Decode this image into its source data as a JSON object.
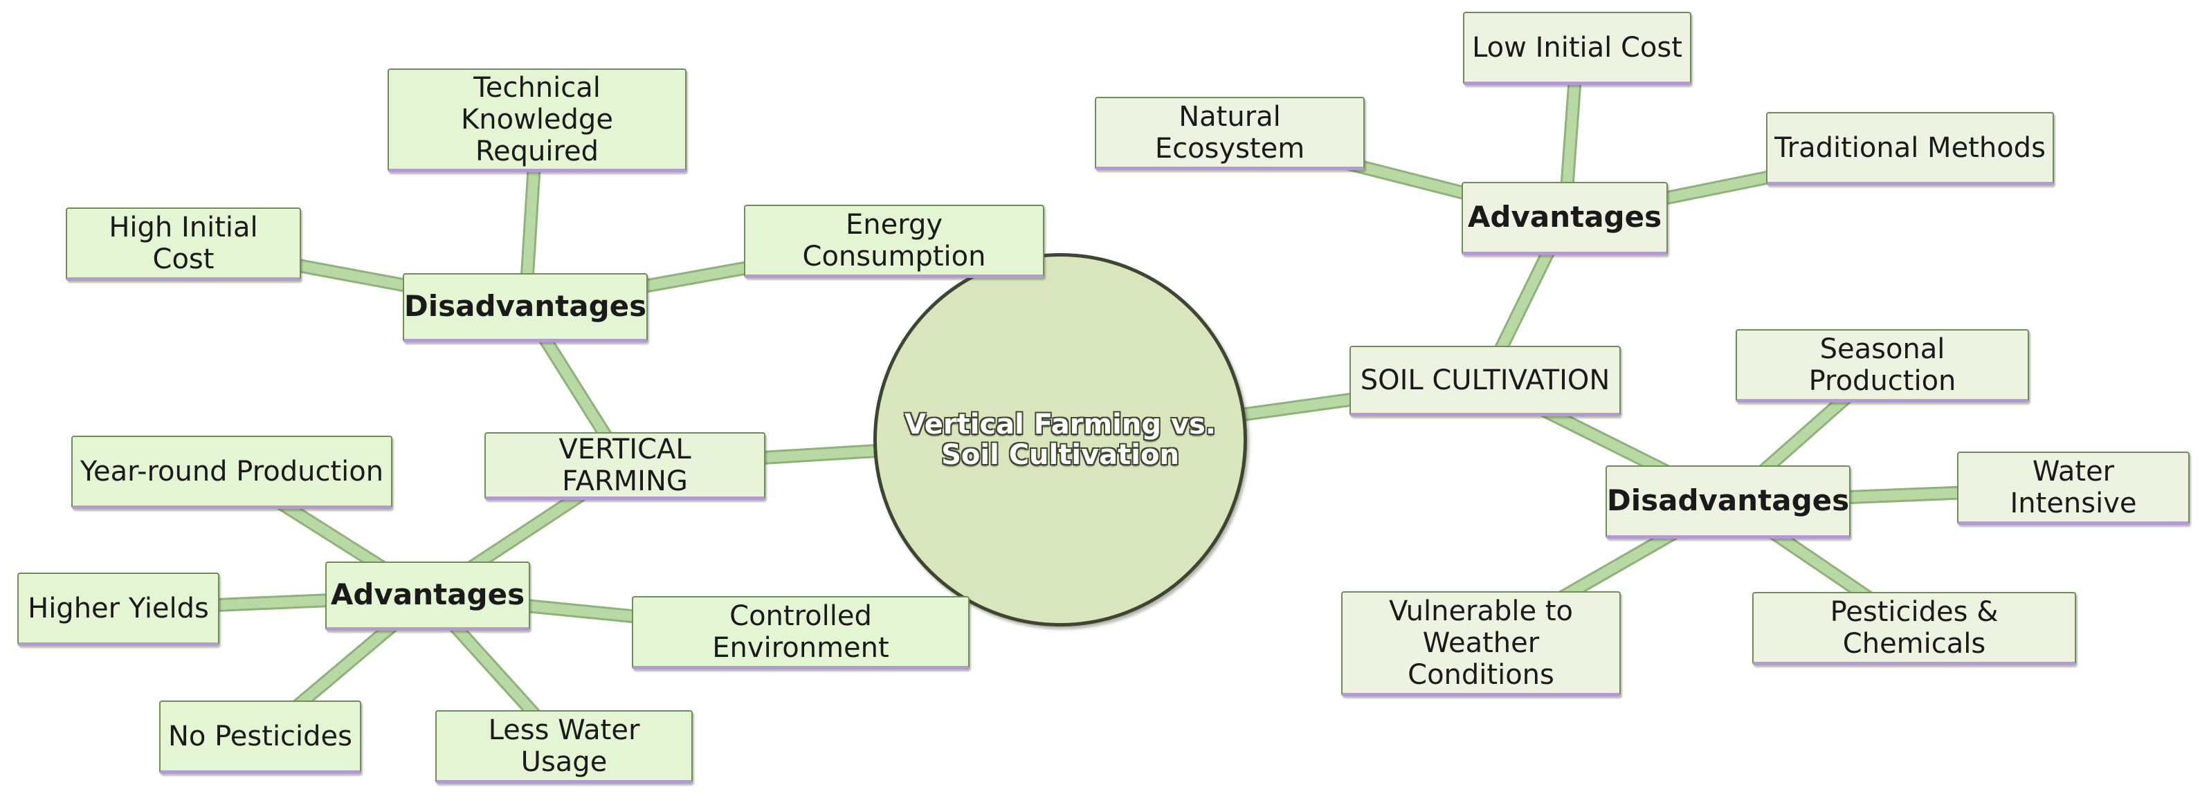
{
  "colors": {
    "link": "#b9d9a4",
    "link_edge": "#8fb27a",
    "center_fill": "#d9e5bc",
    "vertical_node_fill": "#e3f5d3",
    "soil_node_fill": "#eef2e0"
  },
  "center": {
    "title": "Vertical Farming vs. Soil Cultivation"
  },
  "vertical_farming": {
    "label": "VERTICAL FARMING",
    "disadvantages": {
      "label": "Disadvantages",
      "items": [
        "Technical Knowledge Required",
        "High Initial Cost",
        "Energy Consumption"
      ]
    },
    "advantages": {
      "label": "Advantages",
      "items": [
        "Year-round Production",
        "Higher Yields",
        "Controlled Environment",
        "No Pesticides",
        "Less Water Usage"
      ]
    }
  },
  "soil_cultivation": {
    "label": "SOIL CULTIVATION",
    "advantages": {
      "label": "Advantages",
      "items": [
        "Low Initial Cost",
        "Natural Ecosystem",
        "Traditional Methods"
      ]
    },
    "disadvantages": {
      "label": "Disadvantages",
      "items": [
        "Seasonal Production",
        "Water Intensive",
        "Vulnerable to Weather Conditions",
        "Pesticides & Chemicals"
      ]
    }
  }
}
